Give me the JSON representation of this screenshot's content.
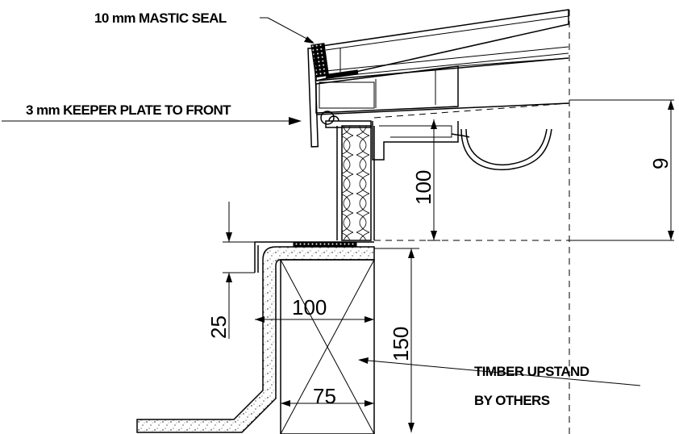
{
  "labels": {
    "mastic_seal": "10 mm MASTIC SEAL",
    "keeper_plate": "3 mm KEEPER PLATE TO FRONT",
    "timber_upstand_1": "TIMBER UPSTAND",
    "timber_upstand_2": "BY OTHERS"
  },
  "dimensions": {
    "insulation_height": "100",
    "upstand_width_outer": "100",
    "upstand_width_inner": "75",
    "upstand_height": "150",
    "flashing_drop": "25",
    "right_partial": "9"
  },
  "colors": {
    "line": "#000000",
    "background": "#ffffff"
  }
}
